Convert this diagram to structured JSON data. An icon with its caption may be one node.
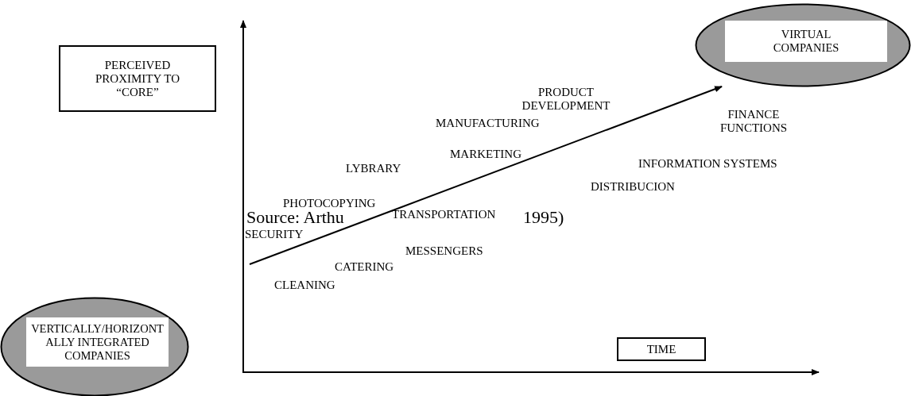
{
  "diagram": {
    "nodes": [
      {
        "text": [
          "PERCEIVED PROXIMITY TO “CORE”"
        ]
      },
      {
        "text": [
          "VIRTUAL COMPANIES"
        ]
      },
      {
        "text": [
          "VERTICALLY/HORIZONT ALLY INTEGRATED COMPANIES"
        ]
      },
      {
        "text": [
          "TIME"
        ]
      }
    ],
    "labels": [
      "PRODUCT DEVELOPMENT",
      "MANUFACTURING",
      "FINANCE FUNCTIONS",
      "MARKETING",
      "LYBRARY",
      "INFORMATION SYSTEMS",
      "DISTRIBUCION",
      "PHOTOCOPYING",
      "Source: Arthu",
      "TRANSPORTATION",
      "1995)",
      "SECURITY",
      "MESSENGERS",
      "CATERING",
      "CLEANING"
    ]
  }
}
